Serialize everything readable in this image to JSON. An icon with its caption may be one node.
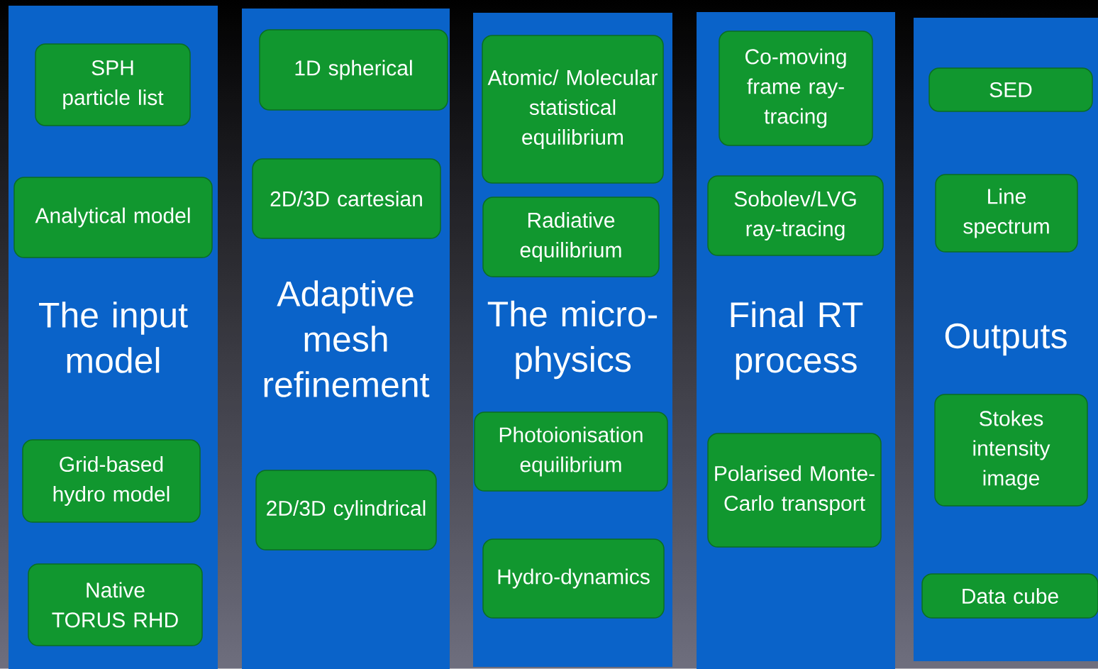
{
  "diagram": {
    "nodes": [
      {
        "text": [
          "The input model"
        ]
      },
      {
        "text": [
          "SPH particle list"
        ],
        "in": 0
      },
      {
        "text": [
          "Analytical model"
        ],
        "in": 0
      },
      {
        "text": [
          "Grid-based hydro model"
        ],
        "in": 0
      },
      {
        "text": [
          "Native TORUS RHD"
        ],
        "in": 0
      },
      {
        "text": [
          "Adaptive mesh refinement"
        ]
      },
      {
        "text": [
          "1D spherical"
        ],
        "in": 5
      },
      {
        "text": [
          "2D/3D cartesian"
        ],
        "in": 5
      },
      {
        "text": [
          "2D/3D cylindrical"
        ],
        "in": 5
      },
      {
        "text": [
          "The micro-physics"
        ]
      },
      {
        "text": [
          "Atomic/ Molecular statistical equilibrium"
        ],
        "in": 9
      },
      {
        "text": [
          "Radiative equilibrium"
        ],
        "in": 9
      },
      {
        "text": [
          "Photoionisation equilibrium"
        ],
        "in": 9
      },
      {
        "text": [
          "Hydro-dynamics"
        ],
        "in": 9
      },
      {
        "text": [
          "Final RT process"
        ]
      },
      {
        "text": [
          "Co-moving frame ray-tracing"
        ],
        "in": 14
      },
      {
        "text": [
          "Sobolev/LVG ray-tracing"
        ],
        "in": 14
      },
      {
        "text": [
          "Polarised Monte-Carlo transport"
        ],
        "in": 14
      },
      {
        "text": [
          "Outputs"
        ]
      },
      {
        "text": [
          "SED"
        ],
        "in": 18
      },
      {
        "text": [
          "Line spectrum"
        ],
        "in": 18
      },
      {
        "text": [
          "Stokes intensity image"
        ],
        "in": 18
      },
      {
        "text": [
          "Data cube"
        ],
        "in": 18
      }
    ]
  }
}
